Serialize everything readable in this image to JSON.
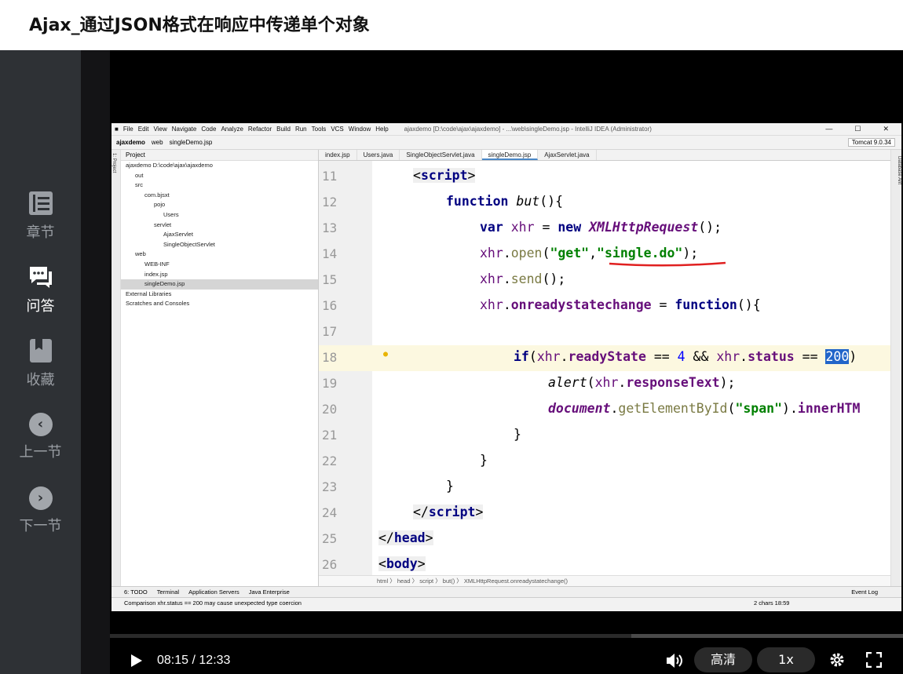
{
  "page": {
    "title": "Ajax_通过JSON格式在响应中传递单个对象"
  },
  "sidebar": {
    "items": [
      {
        "label": "章节",
        "icon": "chapters-icon"
      },
      {
        "label": "问答",
        "icon": "qa-icon"
      },
      {
        "label": "收藏",
        "icon": "bookmark-icon"
      },
      {
        "label": "上一节",
        "icon": "chevron-left-icon"
      },
      {
        "label": "下一节",
        "icon": "chevron-right-icon"
      }
    ]
  },
  "ide": {
    "menu": [
      "File",
      "Edit",
      "View",
      "Navigate",
      "Code",
      "Analyze",
      "Refactor",
      "Build",
      "Run",
      "Tools",
      "VCS",
      "Window",
      "Help"
    ],
    "window_title": "ajaxdemo [D:\\code\\ajax\\ajaxdemo] - ...\\web\\singleDemo.jsp - IntelliJ IDEA (Administrator)",
    "breadcrumb_nav": [
      "ajaxdemo",
      "web",
      "singleDemo.jsp"
    ],
    "run_config": "Tomcat 9.0.34",
    "project_header": "Project",
    "tree": [
      {
        "label": "ajaxdemo  D:\\code\\ajax\\ajaxdemo",
        "depth": 0
      },
      {
        "label": "out",
        "depth": 1
      },
      {
        "label": "src",
        "depth": 1
      },
      {
        "label": "com.bjsxt",
        "depth": 2
      },
      {
        "label": "pojo",
        "depth": 3
      },
      {
        "label": "Users",
        "depth": 4
      },
      {
        "label": "servlet",
        "depth": 3
      },
      {
        "label": "AjaxServlet",
        "depth": 4
      },
      {
        "label": "SingleObjectServlet",
        "depth": 4
      },
      {
        "label": "web",
        "depth": 1
      },
      {
        "label": "WEB-INF",
        "depth": 2
      },
      {
        "label": "index.jsp",
        "depth": 2
      },
      {
        "label": "singleDemo.jsp",
        "depth": 2
      },
      {
        "label": "External Libraries",
        "depth": 0
      },
      {
        "label": "Scratches and Consoles",
        "depth": 0
      }
    ],
    "tabs": [
      "index.jsp",
      "Users.java",
      "SingleObjectServlet.java",
      "singleDemo.jsp",
      "AjaxServlet.java"
    ],
    "active_tab": "singleDemo.jsp",
    "line_numbers": [
      "11",
      "12",
      "13",
      "14",
      "15",
      "16",
      "17",
      "18",
      "19",
      "20",
      "21",
      "22",
      "23",
      "24",
      "25",
      "26"
    ],
    "code_breadcrumb": "html  〉 head  〉 script  〉 but()  〉 XMLHttpRequest.onreadystatechange()",
    "tool_windows": [
      "6: TODO",
      "Terminal",
      "Application Servers",
      "Java Enterprise"
    ],
    "status_message": "Comparison xhr.status == 200 may cause unexpected type coercion",
    "status_right": "2 chars    18:59",
    "event_log": "Event Log",
    "right_tools": "Database   Ant",
    "left_tools": "1: Project"
  },
  "player": {
    "current": "08:15",
    "total": "12:33",
    "progress": 0.657,
    "quality": "高清",
    "speed": "1x"
  },
  "colors": {
    "accent": "#2165c9",
    "sidebar_bg": "#2e3135",
    "annotation": "#e02020"
  }
}
